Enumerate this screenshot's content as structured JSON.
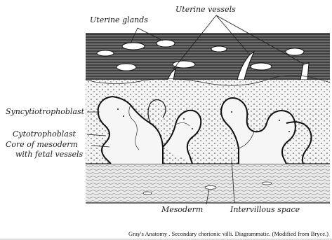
{
  "labels": {
    "uterine_glands": "Uterine glands",
    "uterine_vessels": "Uterine vessels",
    "syncytiotrophoblast": "Syncytiotrophoblast",
    "cytotrophoblast": "Cytotrophoblast",
    "core_line1": "Core of mesoderm",
    "core_line2": "with fetal vessels",
    "mesoderm": "Mesoderm",
    "intervillous_space": "Intervillous space"
  },
  "caption": "Gray's Anatomy . Secondary chorionic villi. Diagrammatic. (Modified from Bryce.)",
  "colors": {
    "ink": "#1c1c1c",
    "paper": "#ffffff"
  }
}
